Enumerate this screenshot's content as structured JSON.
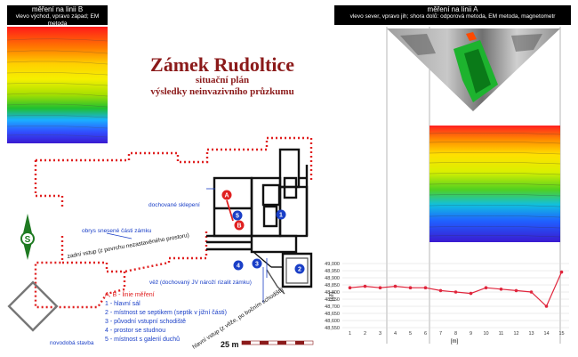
{
  "panel_b": {
    "line1": "měření na linii B",
    "line2": "vlevo východ, vpravo západ; EM metoda"
  },
  "panel_a": {
    "line1": "měření na linii A",
    "line2": "vlevo sever, vpravo jih; shora dolů: odporová metoda, EM metoda, magnetometr"
  },
  "title": {
    "main": "Zámek Rudoltice",
    "sub1": "situační plán",
    "sub2": "výsledky neinvazivního průzkumu"
  },
  "labels": {
    "dochovane": "dochované sklepení",
    "obrys": "obrys snesené části zámku",
    "zadni": "zadní vstup (z povrchu nezastavěného prostoru)",
    "vez": "věž (dochovaný JV nároží rizalit zámku)",
    "hlavni_vstup": "hlavní vstup (z věže, po bočním schodišti)",
    "novodoba": "novodobá stavba",
    "scale": "25 m",
    "north": "S"
  },
  "legend": {
    "l0": "A, B - linie měření",
    "l1": "1 - hlavní sál",
    "l2": "2 - místnost se septikem (septik v jižní části)",
    "l3": "3 - původní vstupní schodiště",
    "l4": "4 - prostor se studnou",
    "l5": "5 - místnost s galerií duchů"
  },
  "markers": {
    "a": "A",
    "b": "B",
    "r1": "1",
    "r2": "2",
    "r3": "3",
    "r4": "4",
    "r5": "5"
  },
  "chart_data": {
    "type": "line",
    "x": [
      1,
      2,
      3,
      4,
      5,
      6,
      7,
      8,
      9,
      10,
      11,
      12,
      13,
      14,
      15
    ],
    "values": [
      48.83,
      48.84,
      48.83,
      48.84,
      48.83,
      48.83,
      48.81,
      48.8,
      48.79,
      48.83,
      48.82,
      48.81,
      48.8,
      48.7,
      48.94
    ],
    "ylim": [
      48.55,
      49.0
    ],
    "yticks": [
      "49,000",
      "48,950",
      "48,900",
      "48,850",
      "48,800",
      "48,750",
      "48,700",
      "48,650",
      "48,600",
      "48,550"
    ],
    "ylabel": "[nT]",
    "xlabel": "[m]",
    "color": "#e0253c",
    "grid": true
  },
  "colors": {
    "title": "#8b1a1a",
    "blue": "#1a3fc7",
    "red": "#e0253c",
    "marker": "#e02020"
  }
}
